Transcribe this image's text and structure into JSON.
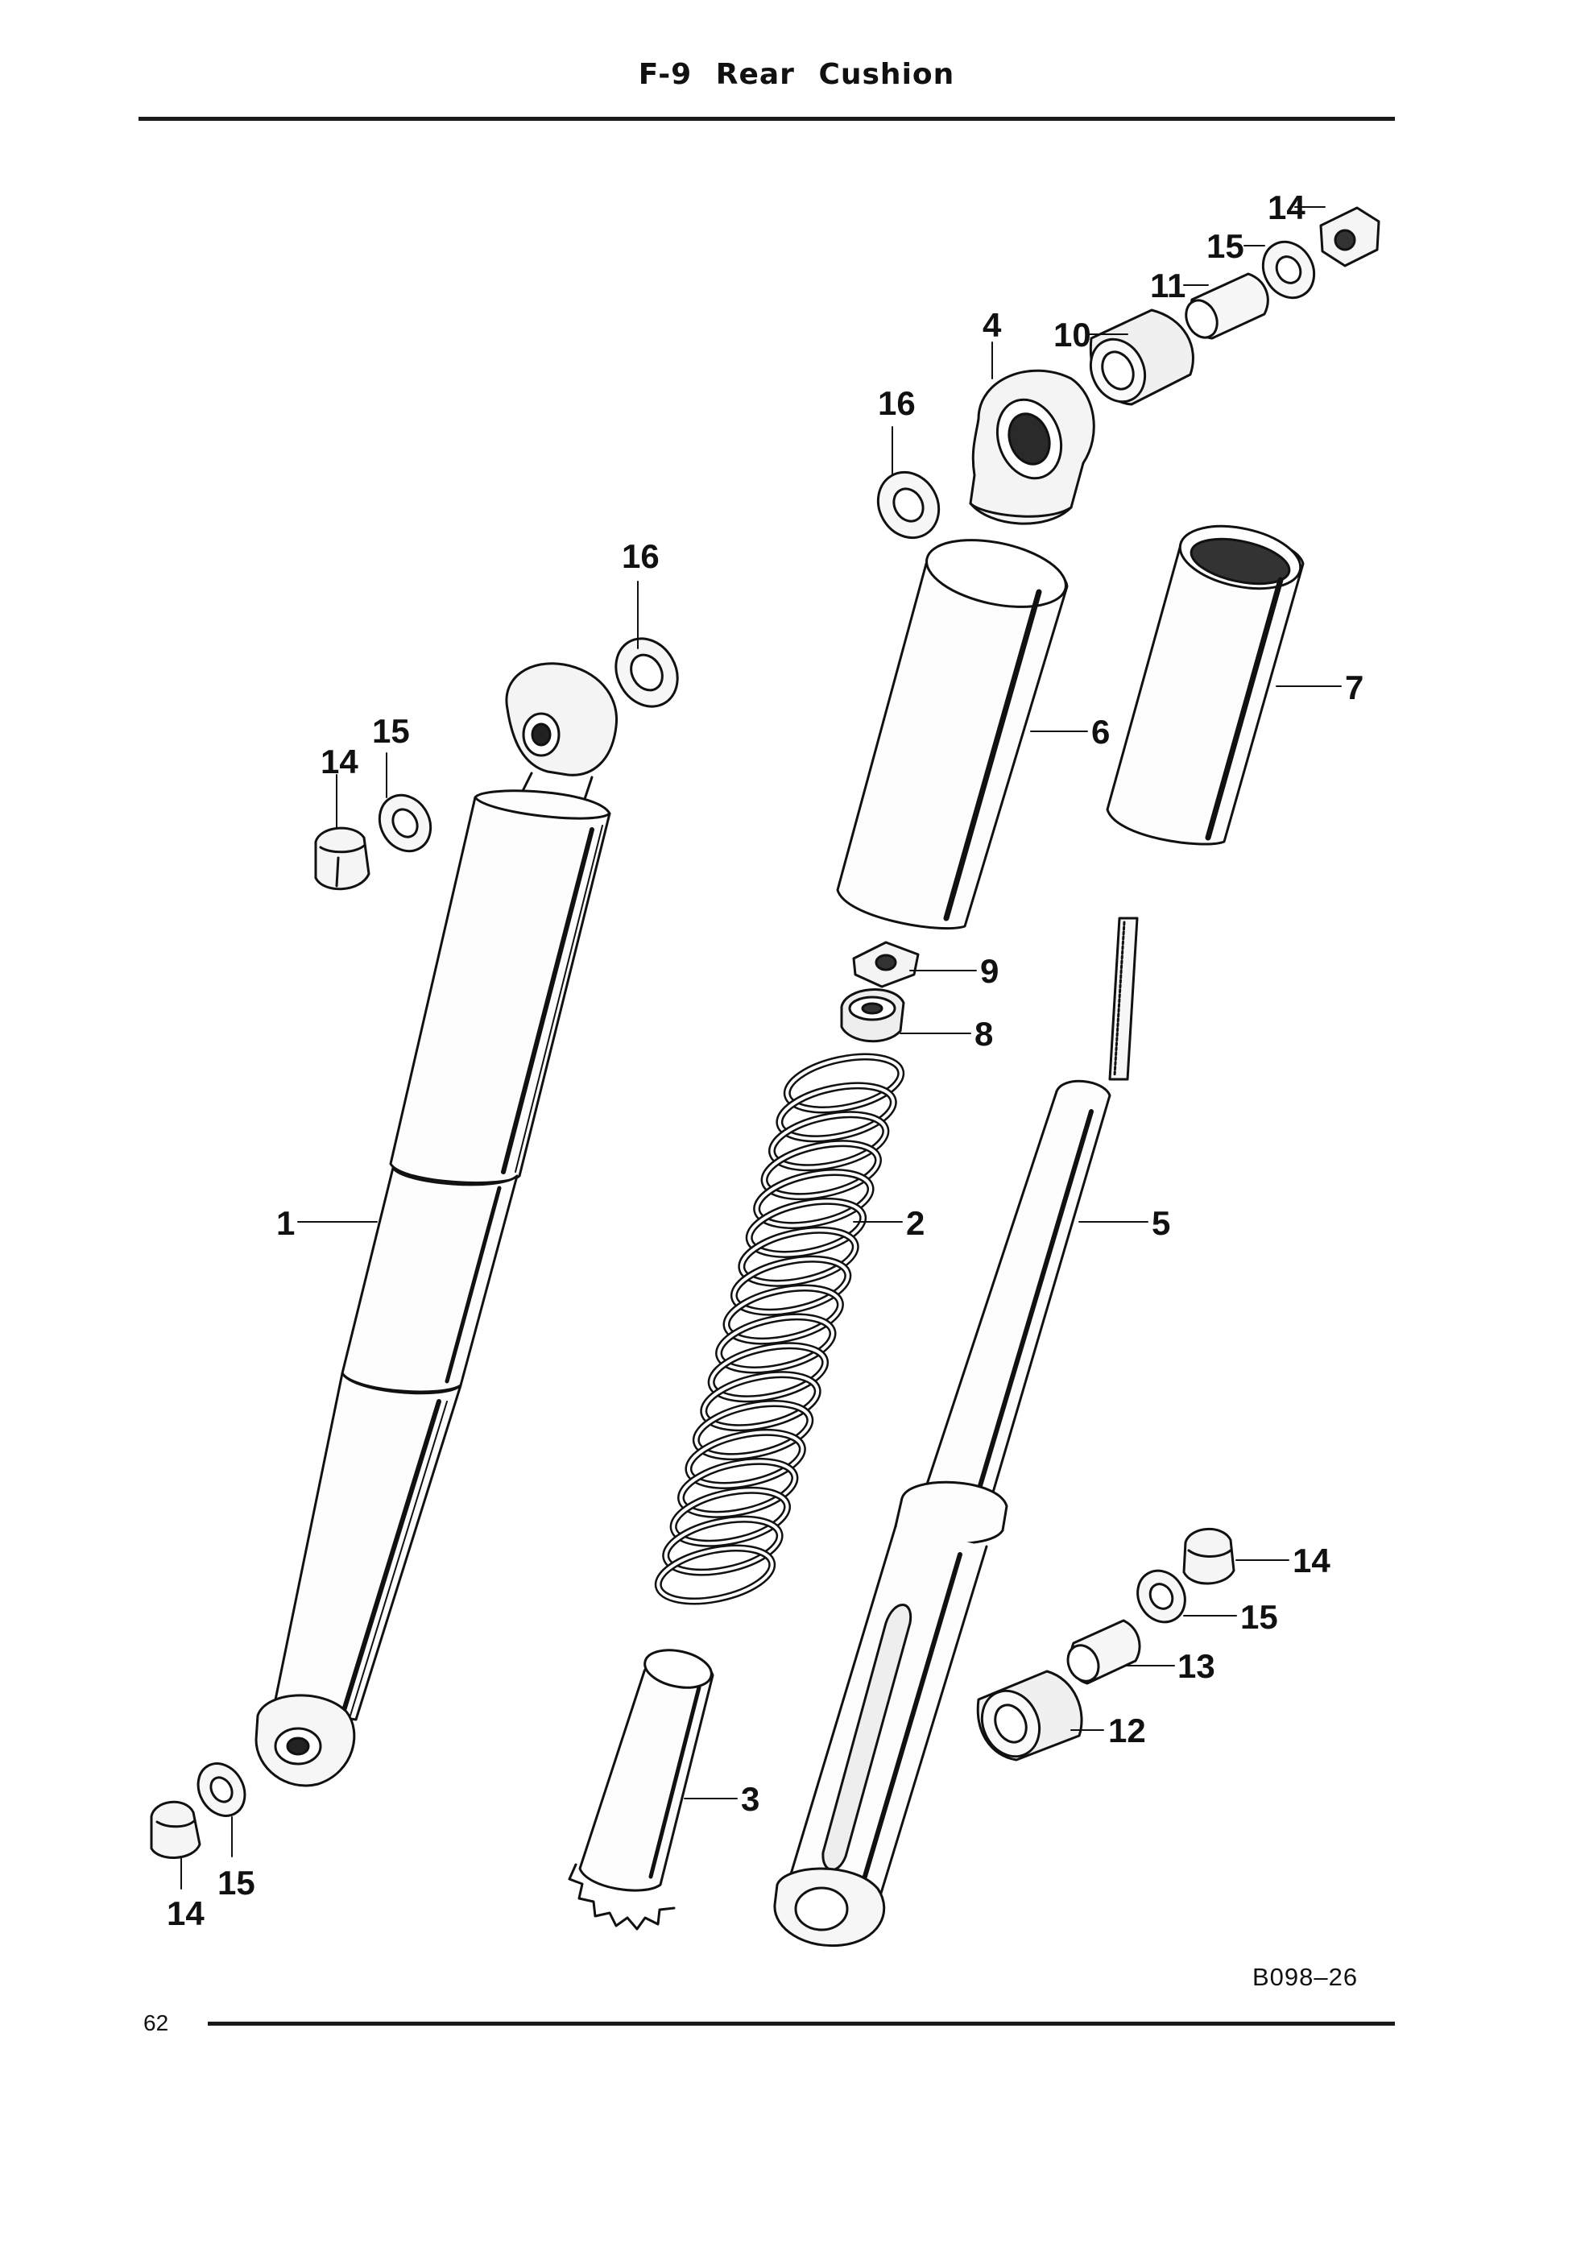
{
  "header": {
    "title": "F-9   Rear Cushion"
  },
  "footer": {
    "page_number": "62",
    "figure_code": "B098–26"
  },
  "callouts": {
    "c1": "1",
    "c2": "2",
    "c3": "3",
    "c4": "4",
    "c5": "5",
    "c6": "6",
    "c7": "7",
    "c8": "8",
    "c9": "9",
    "c10": "10",
    "c11": "11",
    "c12": "12",
    "c13": "13",
    "c14_top_right": "14",
    "c15_top_right": "15",
    "c16_top": "16",
    "c16_left": "16",
    "c15_left_upper": "15",
    "c14_left_upper": "14",
    "c14_right_mid": "14",
    "c15_right_mid": "15",
    "c15_bottom_left": "15",
    "c14_bottom_left": "14"
  }
}
